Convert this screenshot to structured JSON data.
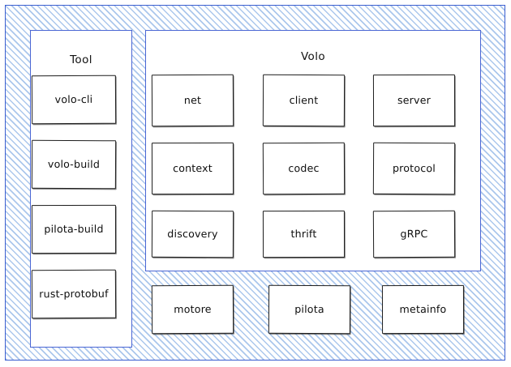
{
  "diagram": {
    "title_style": "hand-drawn architecture diagram",
    "colors": {
      "hatch_blue": "#78a5e1",
      "panel_border_blue": "#4a66d4",
      "outer_border_blue": "#3b5fd0",
      "node_border": "#1d1d1d",
      "background": "#ffffff"
    },
    "panels": [
      {
        "id": "tool",
        "title": "Tool",
        "nodes": [
          {
            "label": "volo-cli"
          },
          {
            "label": "volo-build"
          },
          {
            "label": "pilota-build"
          },
          {
            "label": "rust-protobuf"
          }
        ]
      },
      {
        "id": "volo",
        "title": "Volo",
        "nodes": [
          {
            "label": "net"
          },
          {
            "label": "client"
          },
          {
            "label": "server"
          },
          {
            "label": "context"
          },
          {
            "label": "codec"
          },
          {
            "label": "protocol"
          },
          {
            "label": "discovery"
          },
          {
            "label": "thrift"
          },
          {
            "label": "gRPC"
          }
        ]
      }
    ],
    "base_nodes": [
      {
        "label": "motore"
      },
      {
        "label": "pilota"
      },
      {
        "label": "metainfo"
      }
    ]
  }
}
